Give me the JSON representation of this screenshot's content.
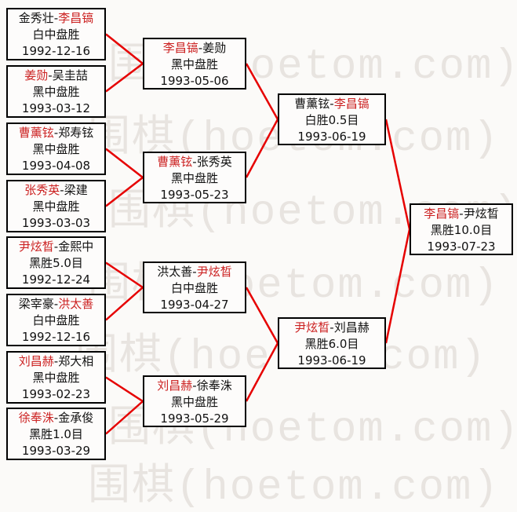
{
  "watermark": {
    "text": "围棋(hoetom.com)"
  },
  "colors": {
    "winner_name": "#cc2222",
    "connector_line": "#e60000",
    "box_border": "#000000"
  },
  "bracket": {
    "round1": [
      {
        "left": "金秀壮",
        "right": "李昌镐",
        "winner": "right",
        "result": "白中盘胜",
        "date": "1992-12-16"
      },
      {
        "left": "姜勋",
        "right": "吴圭喆",
        "winner": "left",
        "result": "黑中盘胜",
        "date": "1993-03-12"
      },
      {
        "left": "曹薰铉",
        "right": "郑寿铉",
        "winner": "left",
        "result": "黑中盘胜",
        "date": "1993-04-08"
      },
      {
        "left": "张秀英",
        "right": "梁建",
        "winner": "left",
        "result": "黑中盘胜",
        "date": "1993-03-03"
      },
      {
        "left": "尹炫晳",
        "right": "金熙中",
        "winner": "left",
        "result": "黑胜5.0目",
        "date": "1992-12-24"
      },
      {
        "left": "梁宰豪",
        "right": "洪太善",
        "winner": "right",
        "result": "白中盘胜",
        "date": "1992-12-16"
      },
      {
        "left": "刘昌赫",
        "right": "郑大相",
        "winner": "left",
        "result": "黑中盘胜",
        "date": "1993-02-23"
      },
      {
        "left": "徐奉洙",
        "right": "金承俊",
        "winner": "left",
        "result": "黑胜1.0目",
        "date": "1993-03-29"
      }
    ],
    "round2": [
      {
        "left": "李昌镐",
        "right": "姜勋",
        "winner": "left",
        "result": "黑中盘胜",
        "date": "1993-05-06"
      },
      {
        "left": "曹薰铉",
        "right": "张秀英",
        "winner": "left",
        "result": "黑中盘胜",
        "date": "1993-05-23"
      },
      {
        "left": "洪太善",
        "right": "尹炫晳",
        "winner": "right",
        "result": "白中盘胜",
        "date": "1993-04-27"
      },
      {
        "left": "刘昌赫",
        "right": "徐奉洙",
        "winner": "left",
        "result": "黑中盘胜",
        "date": "1993-05-29"
      }
    ],
    "semifinals": [
      {
        "left": "曹薰铉",
        "right": "李昌镐",
        "winner": "right",
        "result": "白胜0.5目",
        "date": "1993-06-19"
      },
      {
        "left": "尹炫晳",
        "right": "刘昌赫",
        "winner": "left",
        "result": "黑胜6.0目",
        "date": "1993-06-19"
      }
    ],
    "final": [
      {
        "left": "李昌镐",
        "right": "尹炫晳",
        "winner": "left",
        "result": "黑胜10.0目",
        "date": "1993-07-23"
      }
    ]
  }
}
